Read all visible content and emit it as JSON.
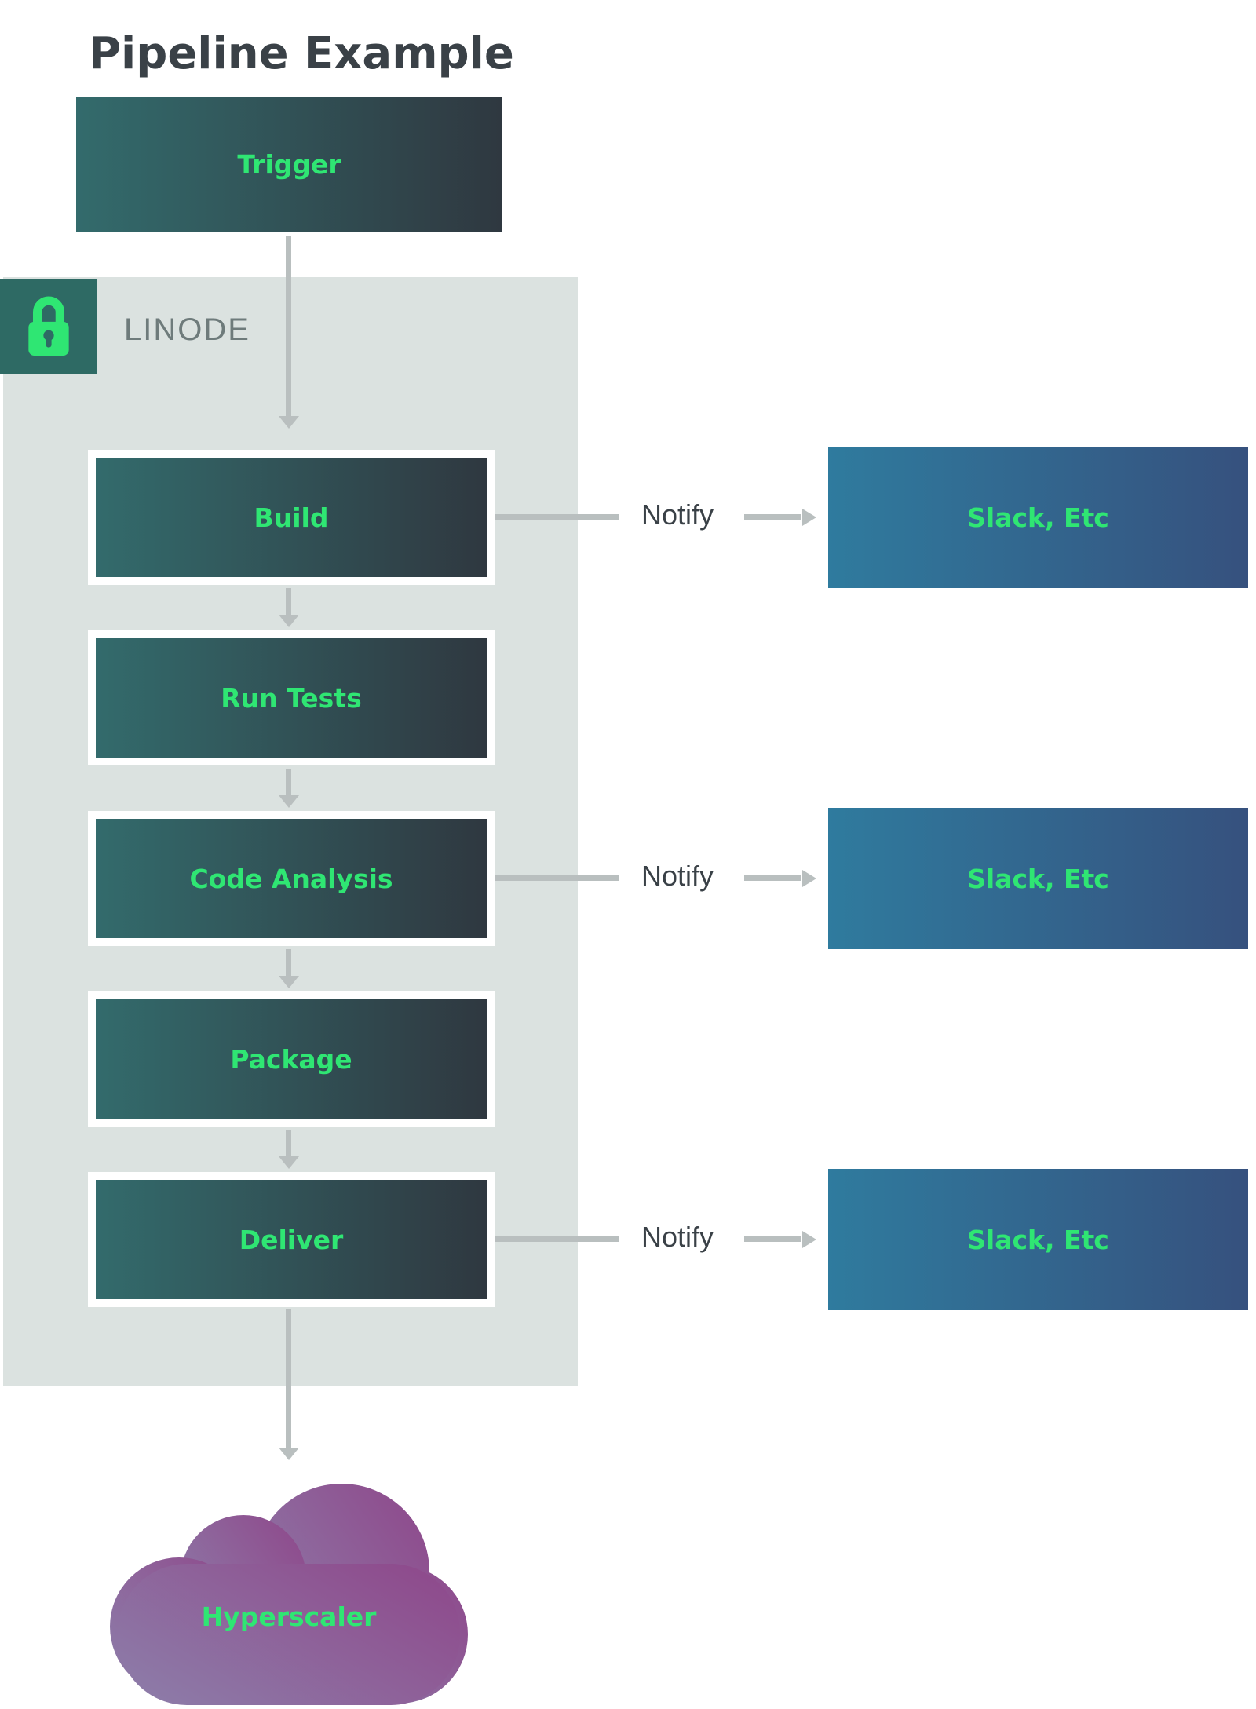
{
  "title": "Pipeline Example",
  "trigger": {
    "label": "Trigger"
  },
  "group": {
    "label": "LINODE",
    "icon": "lock-icon"
  },
  "stages": [
    {
      "label": "Build",
      "notify": true
    },
    {
      "label": "Run Tests",
      "notify": false
    },
    {
      "label": "Code Analysis",
      "notify": true
    },
    {
      "label": "Package",
      "notify": false
    },
    {
      "label": "Deliver",
      "notify": true
    }
  ],
  "notify": {
    "label": "Notify",
    "target_label": "Slack, Etc"
  },
  "cloud": {
    "label": "Hyperscaler"
  },
  "colors": {
    "accent_green": "#2fe673",
    "stage_gradient_start": "#336b6c",
    "stage_gradient_end": "#2f3840",
    "notify_box_gradient_start": "#2f7b9e",
    "notify_box_gradient_end": "#36517e",
    "cloud_gradient_start": "#8d7ba8",
    "cloud_gradient_end": "#8e4a8c",
    "group_background": "#dbe2e0",
    "lock_background": "#2e6a64",
    "arrow_gray": "#b9bfbf",
    "heading_text": "#3a4147",
    "group_label_text": "#6e7b7b"
  }
}
